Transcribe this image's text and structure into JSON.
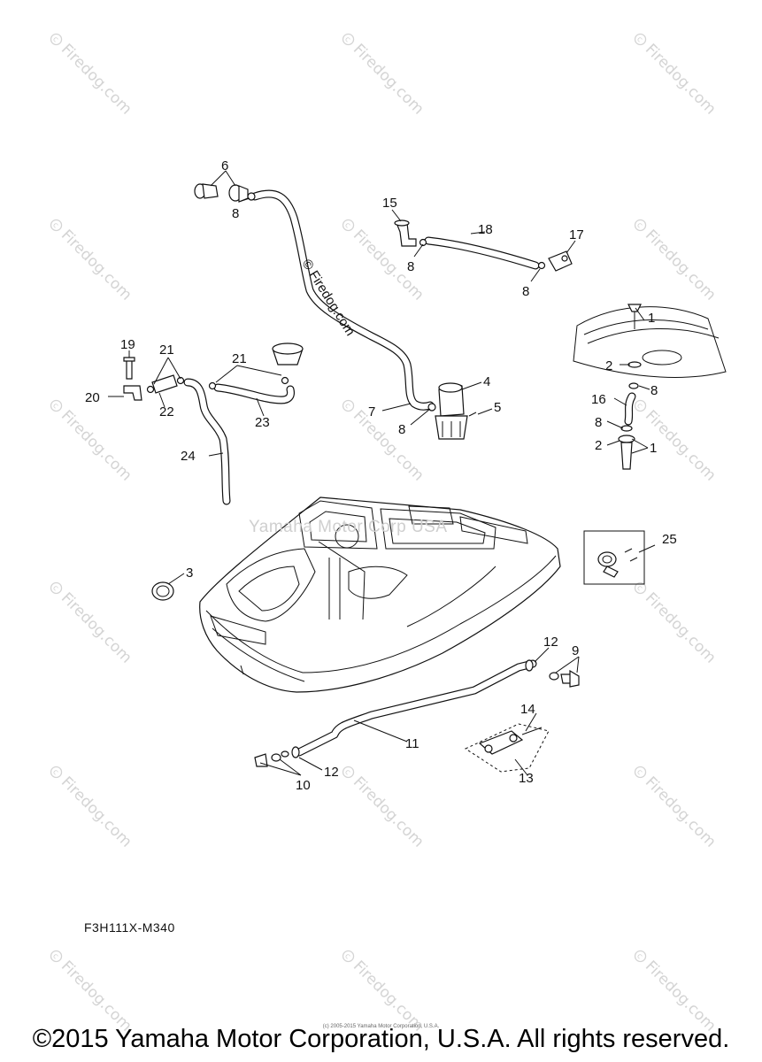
{
  "diagram": {
    "reference_code": "F3H111X-M340",
    "footer": "©2015 Yamaha Motor Corporation, U.S.A. All rights reserved.",
    "tiny_copyright": "(c) 2005-2015 Yamaha Motor Corporation, U.S.A.",
    "watermark_text": "Firedog.com",
    "center_watermark": "Yamaha Motor Corp USA",
    "stamp": "© Firedog.com",
    "callouts": [
      "1",
      "2",
      "3",
      "4",
      "5",
      "6",
      "7",
      "8",
      "9",
      "10",
      "11",
      "12",
      "13",
      "14",
      "15",
      "16",
      "17",
      "18",
      "19",
      "20",
      "21",
      "22",
      "23",
      "24",
      "25"
    ]
  }
}
